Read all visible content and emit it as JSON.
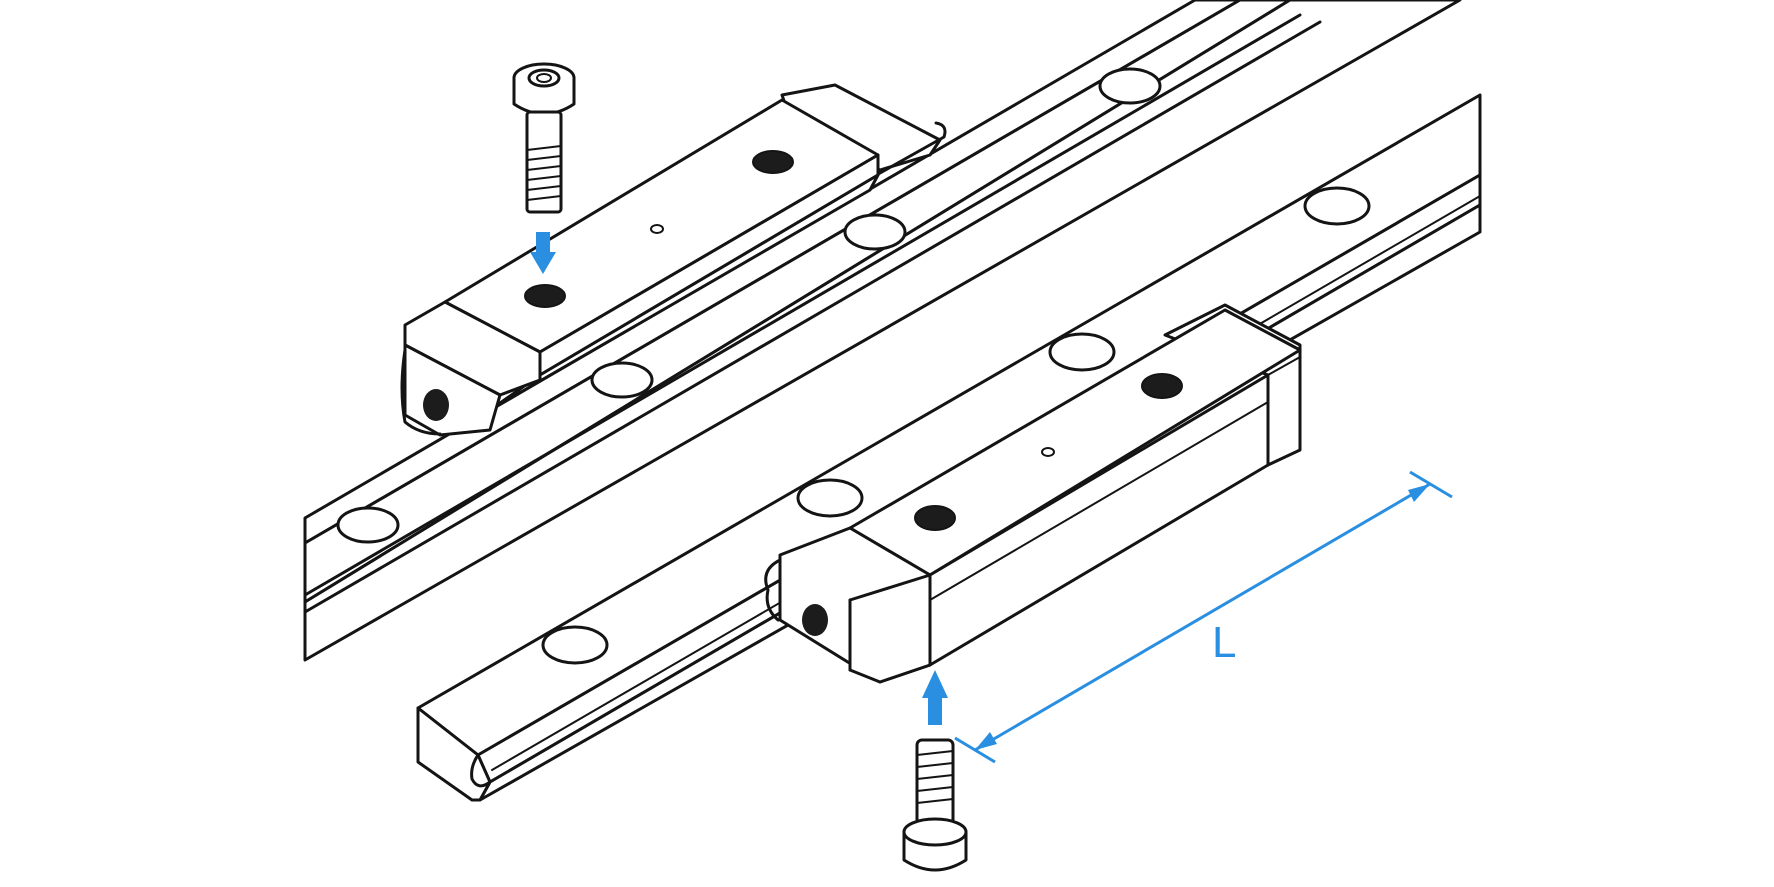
{
  "diagram": {
    "dimension_label": "L"
  },
  "colors": {
    "line": "#141414",
    "accent": "#2a8fe0",
    "background": "#ffffff",
    "hole_dark": "#1c1c1c"
  },
  "icons": {
    "top_screw": "socket-head-cap-screw",
    "bottom_screw": "socket-head-cap-screw",
    "arrows": "insertion-arrow"
  }
}
